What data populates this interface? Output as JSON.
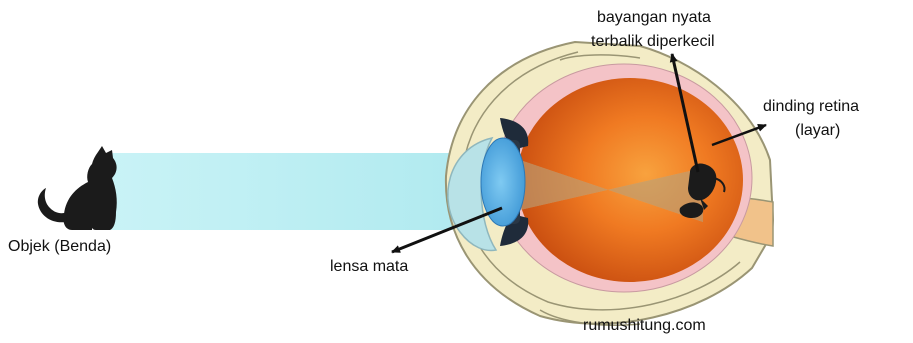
{
  "labels": {
    "object": "Objek (Benda)",
    "lens": "lensa mata",
    "image_line1": "bayangan nyata",
    "image_line2": "terbalik diperkecil",
    "retina_line1": "dinding retina",
    "retina_line2": "(layar)",
    "credit": "rumushitung.com"
  },
  "colors": {
    "light_beam": "#bff0f3",
    "eye_outer_wall": "#f3ecc6",
    "eye_outer_stroke": "#9a9574",
    "retina_layer": "#f4c3c7",
    "eyeball_core": "#f07a22",
    "eyeball_edge": "#c5490e",
    "lens": "#5fb4ea",
    "cornea": "#b8e2e7",
    "iris": "#1f2b3a",
    "ray_cone": "#b9a17a",
    "optic_nerve": "#f1c28a",
    "silhouette": "#1b1b1b",
    "arrow": "#111111"
  }
}
